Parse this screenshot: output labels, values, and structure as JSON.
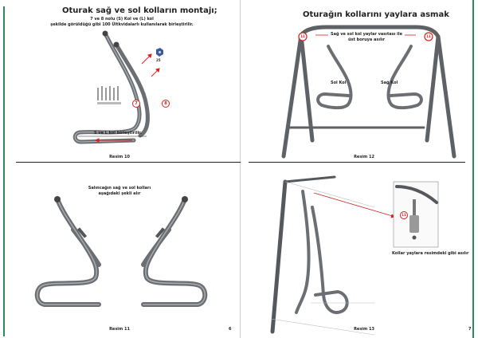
{
  "page_left": {
    "section_top": {
      "title": "Oturak sağ ve sol kolların montajı;",
      "subtitle_line1": "7 ve 8 nolu (S) Kol ve (L) kol",
      "subtitle_line2": "şekilde görüldüğü gibi 100 Ültkvidalarlı kullanılarak birleştirilir.",
      "marker_7": "7",
      "marker_8": "8",
      "small_part_label": "25",
      "joined_label": "S ve L kol birleştirilir.",
      "caption": "Resim 10"
    },
    "section_bottom": {
      "title_line1": "Salıncağın sağ ve sol kolları",
      "title_line2": "aşağıdaki şekli alır",
      "caption": "Resim 11",
      "page_number": "6"
    }
  },
  "page_right": {
    "section_top": {
      "title": "Oturağın kollarını yaylara asmak",
      "note_line1": "Sağ ve sol kol yaylar vasıtası ile",
      "note_line2": "üst boruya asılır",
      "label_left_arm": "Sol Kol",
      "label_right_arm": "Sağ Kol",
      "marker_left": "11",
      "marker_right": "11",
      "caption": "Resim 12"
    },
    "section_bottom": {
      "marker": "11",
      "inset_note": "Kollar yaylara resimdeki gibi asılır",
      "caption": "Resim 13",
      "page_number": "7"
    }
  },
  "colors": {
    "accent_green": "#2e8b57",
    "marker_red": "#d42020",
    "tube_gray": "#6b6f73"
  }
}
